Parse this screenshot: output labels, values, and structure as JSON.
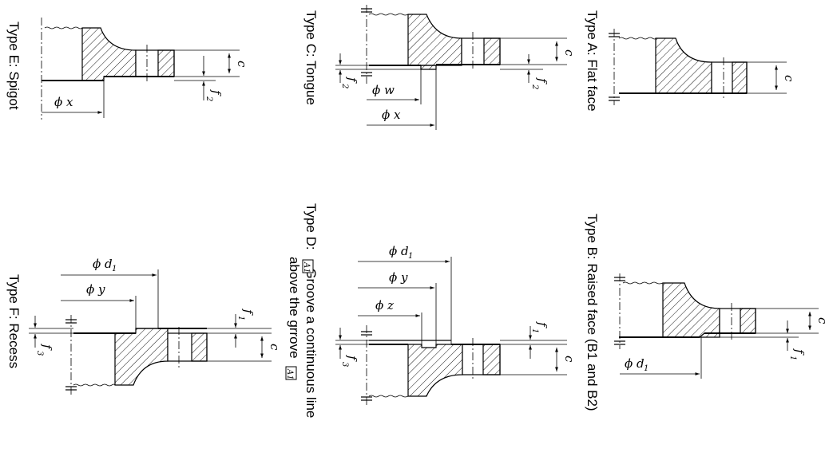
{
  "panels": {
    "a": {
      "title": "Type A: Flat face",
      "dims": {
        "c": "c"
      }
    },
    "b": {
      "title": "Type B: Raised face (B1 and B2)",
      "dims": {
        "c": "c",
        "f": "f",
        "f_sub": "1",
        "d": "ϕ d",
        "d_sub": "1"
      }
    },
    "c": {
      "title": "Type C: Tongue",
      "dims": {
        "c": "c",
        "f": "f",
        "f_sub": "2",
        "w": "ϕ w",
        "x": "ϕ x"
      }
    },
    "d": {
      "title_line1": "Type D: ",
      "title_line1_tail": " Groove a continuous line",
      "title_line2": "above the grrove ",
      "marker": "A1",
      "dims": {
        "c": "c",
        "f1": "f",
        "f1_sub": "1",
        "f3": "f",
        "f3_sub": "3",
        "d": "ϕ d",
        "d_sub": "1",
        "y": "ϕ y",
        "z": "ϕ z"
      }
    },
    "e": {
      "title": "Type E: Spigot",
      "dims": {
        "c": "c",
        "f": "f",
        "f_sub": "2",
        "x": "ϕ x"
      }
    },
    "f": {
      "title": "Type F: Recess",
      "dims": {
        "c": "c",
        "f1": "f",
        "f1_sub": "1",
        "f3": "f",
        "f3_sub": "3",
        "d": "ϕ d",
        "d_sub": "1",
        "y": "ϕ y"
      }
    }
  }
}
